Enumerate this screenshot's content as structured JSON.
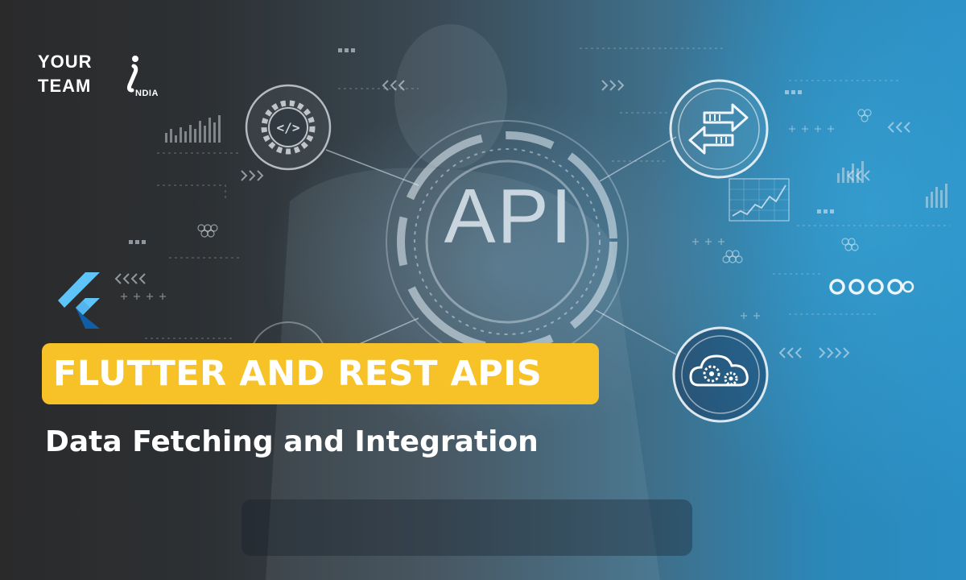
{
  "brand": {
    "logo_line1": "YOUR",
    "logo_line2": "TEAM",
    "logo_suffix": "NDIA",
    "logo_full_name": "YOUR TEAM IN INDIA"
  },
  "hero": {
    "title": "FLUTTER AND REST APIS",
    "subtitle": "Data Fetching and Integration",
    "center_label": "API"
  },
  "icons": [
    "your-team-in-india-logo",
    "flutter-logo-icon",
    "code-gear-icon",
    "data-transfer-arrows-icon",
    "cloud-gears-icon",
    "chain-links-icon"
  ],
  "colors": {
    "title_highlight": "#f6c228",
    "flutter_light": "#5fc4f8",
    "flutter_dark": "#0f5ea8",
    "text": "#ffffff"
  }
}
